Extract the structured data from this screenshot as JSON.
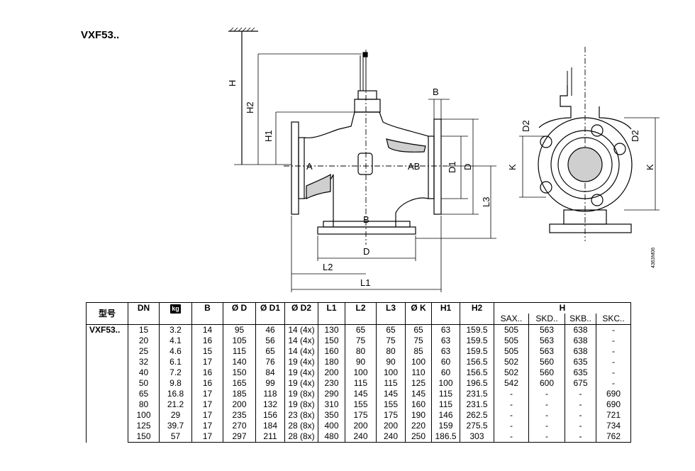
{
  "model_title": "VXF53..",
  "doc_code": "4363M06",
  "dimension_labels": {
    "H": "H",
    "H2": "H2",
    "H1": "H1",
    "B_top": "B",
    "D1": "D1",
    "D_side": "D",
    "L3": "L3",
    "A": "A",
    "AB": "AB",
    "B_port": "B",
    "D_bottom": "D",
    "L2": "L2",
    "L1": "L1",
    "D2_left": "D2",
    "K_left": "K",
    "D2_right": "D2",
    "K_right": "K"
  },
  "table": {
    "model_header": "型号",
    "weight_icon": "kg",
    "headers": [
      "DN",
      "B",
      "Ø D",
      "Ø D1",
      "Ø D2",
      "L1",
      "L2",
      "L3",
      "Ø K",
      "H1",
      "H2"
    ],
    "h_group": "H",
    "h_sub": [
      "SAX..",
      "SKD..",
      "SKB..",
      "SKC.."
    ],
    "model_value": "VXF53..",
    "rows": [
      [
        "15",
        "3.2",
        "14",
        "95",
        "46",
        "14 (4x)",
        "130",
        "65",
        "65",
        "65",
        "63",
        "159.5",
        "505",
        "563",
        "638",
        "-"
      ],
      [
        "20",
        "4.1",
        "16",
        "105",
        "56",
        "14 (4x)",
        "150",
        "75",
        "75",
        "75",
        "63",
        "159.5",
        "505",
        "563",
        "638",
        "-"
      ],
      [
        "25",
        "4.6",
        "15",
        "115",
        "65",
        "14 (4x)",
        "160",
        "80",
        "80",
        "85",
        "63",
        "159.5",
        "505",
        "563",
        "638",
        "-"
      ],
      [
        "32",
        "6.1",
        "17",
        "140",
        "76",
        "19 (4x)",
        "180",
        "90",
        "90",
        "100",
        "60",
        "156.5",
        "502",
        "560",
        "635",
        "-"
      ],
      [
        "40",
        "7.2",
        "16",
        "150",
        "84",
        "19 (4x)",
        "200",
        "100",
        "100",
        "110",
        "60",
        "156.5",
        "502",
        "560",
        "635",
        "-"
      ],
      [
        "50",
        "9.8",
        "16",
        "165",
        "99",
        "19 (4x)",
        "230",
        "115",
        "115",
        "125",
        "100",
        "196.5",
        "542",
        "600",
        "675",
        "-"
      ],
      [
        "65",
        "16.8",
        "17",
        "185",
        "118",
        "19 (8x)",
        "290",
        "145",
        "145",
        "145",
        "115",
        "231.5",
        "-",
        "-",
        "-",
        "690"
      ],
      [
        "80",
        "21.2",
        "17",
        "200",
        "132",
        "19 (8x)",
        "310",
        "155",
        "155",
        "160",
        "115",
        "231.5",
        "-",
        "-",
        "-",
        "690"
      ],
      [
        "100",
        "29",
        "17",
        "235",
        "156",
        "23 (8x)",
        "350",
        "175",
        "175",
        "190",
        "146",
        "262.5",
        "-",
        "-",
        "-",
        "721"
      ],
      [
        "125",
        "39.7",
        "17",
        "270",
        "184",
        "28 (8x)",
        "400",
        "200",
        "200",
        "220",
        "159",
        "275.5",
        "-",
        "-",
        "-",
        "734"
      ],
      [
        "150",
        "57",
        "17",
        "297",
        "211",
        "28 (8x)",
        "480",
        "240",
        "240",
        "250",
        "186.5",
        "303",
        "-",
        "-",
        "-",
        "762"
      ]
    ]
  }
}
